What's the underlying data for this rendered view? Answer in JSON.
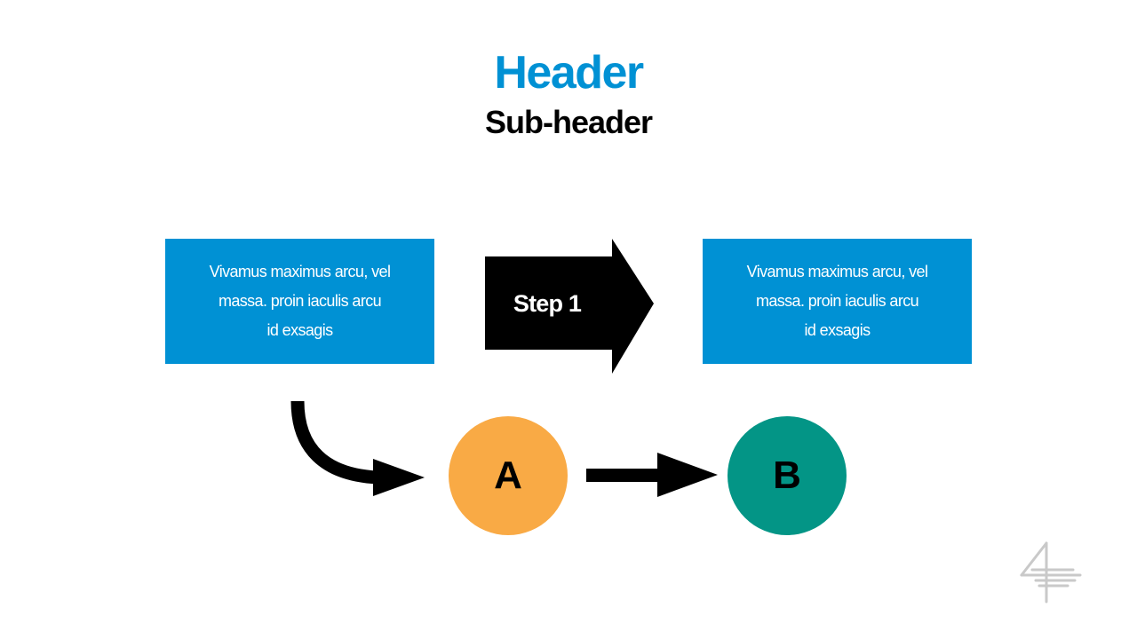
{
  "header": {
    "title": "Header",
    "subtitle": "Sub-header"
  },
  "boxes": {
    "left": {
      "lines": [
        "Vivamus maximus arcu, vel",
        "massa. proin iaculis arcu",
        "id exsagis"
      ]
    },
    "right": {
      "lines": [
        "Vivamus maximus arcu, vel",
        "massa. proin iaculis arcu",
        "id exsagis"
      ]
    }
  },
  "step": {
    "label": "Step 1"
  },
  "nodes": {
    "a": {
      "label": "A",
      "color": "#f9aa45"
    },
    "b": {
      "label": "B",
      "color": "#039586"
    }
  },
  "colors": {
    "accent": "#0091d4",
    "arrow": "#000000"
  },
  "logo": {
    "icon": "numeral-four-logo-icon"
  }
}
